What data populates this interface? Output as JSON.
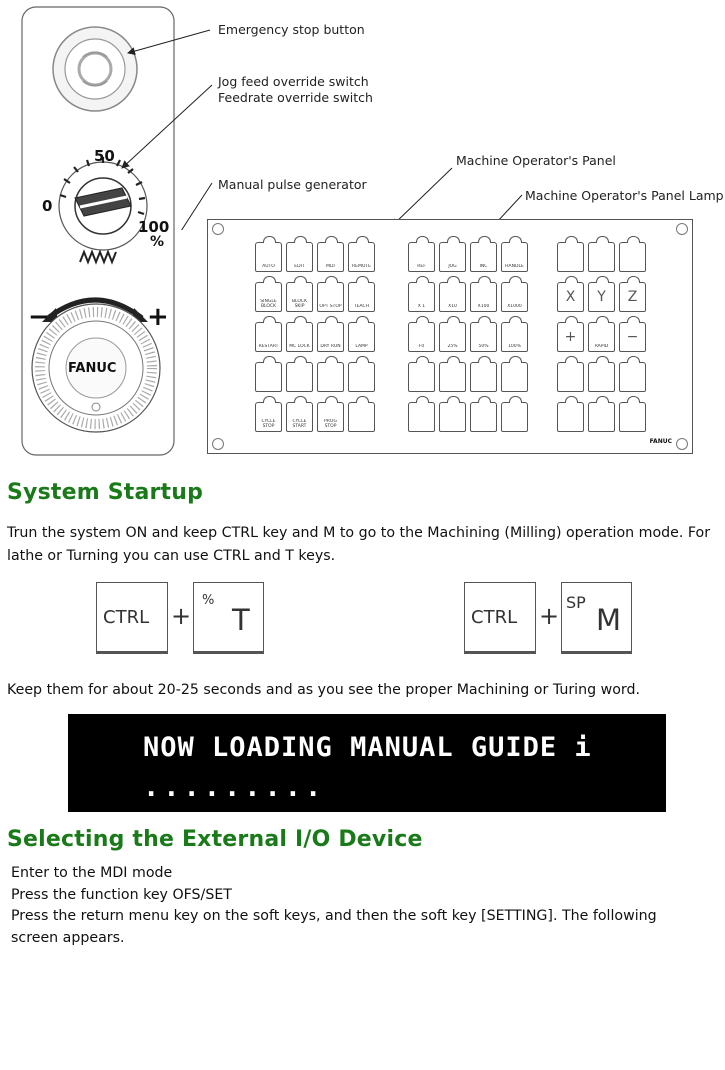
{
  "figure": {
    "callouts": {
      "emergency_stop": "Emergency stop button",
      "jog_feed_line1": "Jog feed override switch",
      "jog_feed_line2": "Feedrate override switch",
      "mpg": "Manual pulse generator",
      "mop": "Machine Operator's Panel",
      "mop_lamp": "Machine Operator's Panel Lamp"
    },
    "dial": {
      "label_50": "50",
      "label_0": "0",
      "label_100": "100",
      "label_pct": "%"
    },
    "handwheel": {
      "brand": "FANUC",
      "minus": "−",
      "plus": "+"
    },
    "panel_brand": "FANUC",
    "left_keys": [
      [
        "AUTO",
        "EDIT",
        "MDI",
        "REMOTE"
      ],
      [
        "SINGLE BLOCK",
        "BLOCK SKIP",
        "OPT STOP",
        "TEACH"
      ],
      [
        "RESTART",
        "MC LOCK",
        "DRY RUN",
        "LAMP"
      ],
      [
        "",
        "",
        "",
        ""
      ],
      [
        "CYCLE STOP",
        "CYCLE START",
        "PROG STOP",
        ""
      ]
    ],
    "mid_keys": [
      [
        "REF",
        "JOG",
        "INC",
        "HANDLE"
      ],
      [
        "X 1",
        "X10",
        "X100",
        "X1000"
      ],
      [
        "F0",
        "25%",
        "50%",
        "100%"
      ],
      [
        "",
        "",
        "",
        ""
      ],
      [
        "",
        "",
        "",
        ""
      ]
    ],
    "right_keys": [
      [
        "",
        "",
        ""
      ],
      [
        "X",
        "Y",
        "Z"
      ],
      [
        "+",
        "RAPID",
        "−"
      ],
      [
        "",
        "",
        ""
      ],
      [
        "",
        "",
        ""
      ]
    ]
  },
  "section1": {
    "heading": "System Startup",
    "para1_line1": "Trun the system ON and keep CTRL key and M to go to the Machining (Milling) operation mode. For",
    "para1_line2": "lathe or Turning you can use CTRL and T keys.",
    "combo1": {
      "key1": "CTRL",
      "plus": "+",
      "key2_sup": "%",
      "key2_main": "T"
    },
    "combo2": {
      "key1": "CTRL",
      "plus": "+",
      "key2_sup": "SP",
      "key2_main": "M"
    },
    "para2": "Keep them for about 20-25 seconds and as you see the proper Machining or Turing word.",
    "loading_text": "NOW LOADING MANUAL GUIDE i",
    "loading_dots": "........."
  },
  "section2": {
    "heading": "Selecting the External I/O Device",
    "steps": [
      "Enter to the MDI mode",
      "Press the function key OFS/SET",
      "Press the return menu key on the soft keys, and then the soft key [SETTING]. The following",
      "screen appears."
    ]
  }
}
